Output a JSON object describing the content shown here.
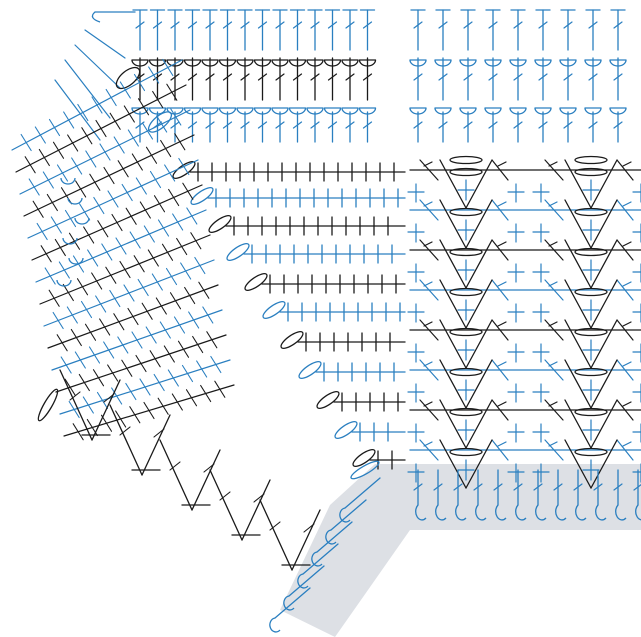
{
  "diagram": {
    "kind": "crochet-stitch-chart",
    "colors": {
      "black_rows": "#1a1a1a",
      "blue_rows": "#2a7fc0",
      "edging_shade": "#dde0e5",
      "background": "#ffffff"
    },
    "stitch_symbols": [
      "chain-oval",
      "single-crochet-cross",
      "half-double-crochet-t",
      "double-crochet-t-bar",
      "front-post-hook",
      "crossed-v-group",
      "shell-fan"
    ],
    "regions": [
      "ribbed-top-band",
      "straight-grid",
      "v-stitch-panel",
      "diagonal-corner",
      "shaded-edging"
    ]
  }
}
